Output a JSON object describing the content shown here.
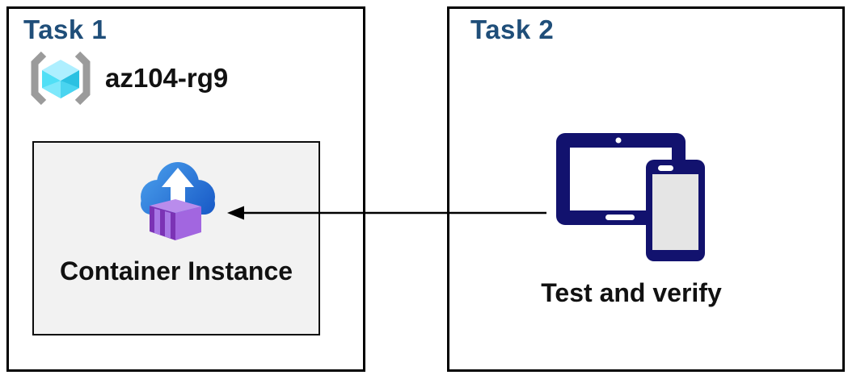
{
  "diagram": {
    "task1": {
      "title": "Task 1",
      "resource_group": {
        "name": "az104-rg9",
        "icon": "azure-resource-group-icon"
      },
      "panel": {
        "label": "Container Instance",
        "icon": "container-instance-cloud-upload-icon"
      }
    },
    "task2": {
      "title": "Task 2",
      "caption": "Test and verify",
      "icon": "tablet-and-phone-devices-icon"
    },
    "connector": {
      "type": "arrow",
      "direction": "right-to-left",
      "from": "devices-icon",
      "to": "container-instance-panel"
    }
  },
  "icons": {
    "resource_group": "gray brackets around cyan 3d cube",
    "container_instance": "blue cloud with white upload arrow and purple shipping container",
    "devices": "navy tablet with overlapping smartphone",
    "arrow": "black left-pointing arrow"
  },
  "colors": {
    "task_title": "#1F4E79",
    "box_border": "#000000",
    "panel_fill": "#F2F2F2",
    "device_navy": "#12126E",
    "arrow": "#000000",
    "bracket_gray": "#9B9B9B",
    "cube_top": "#AEEFFF",
    "cube_left": "#50DFF6",
    "cube_left_lower": "#7EE8FB",
    "cube_right": "#2BC1E2",
    "cube_right_lower": "#4AD4F0",
    "cloud_blue_light": "#479BEA",
    "cloud_blue_dark": "#1A5CC8",
    "purple_top": "#B98CEC",
    "purple_right": "#A266E0",
    "purple_left": "#7B33B5",
    "purple_stripe": "#A877E6"
  }
}
